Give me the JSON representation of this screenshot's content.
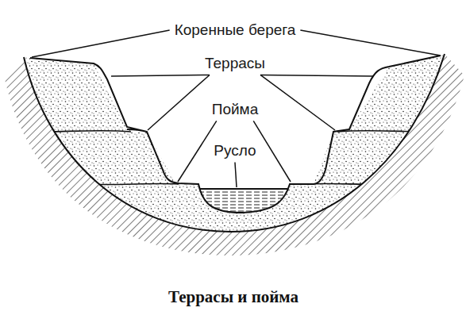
{
  "diagram": {
    "caption": "Террасы и пойма",
    "labels": [
      "Коренные берега",
      "Террасы",
      "Пойма",
      "Русло"
    ]
  }
}
